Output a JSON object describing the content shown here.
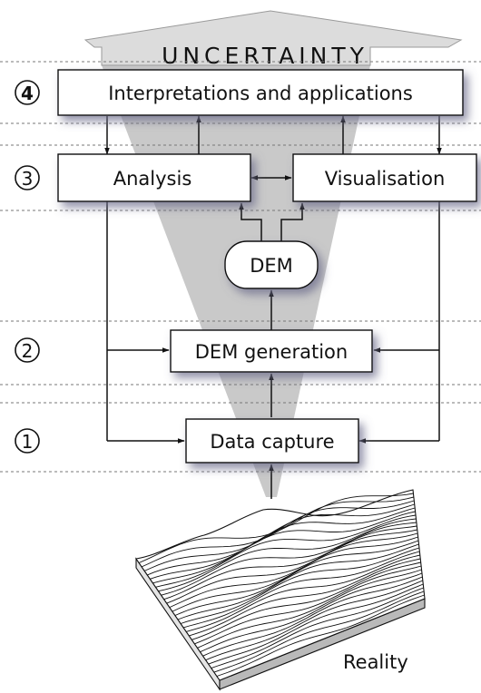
{
  "banner": {
    "text": "UNCERTAINTY"
  },
  "levels": [
    {
      "number": "4",
      "label": "Interpretations and applications"
    },
    {
      "number": "3"
    },
    {
      "number": "2"
    },
    {
      "number": "1"
    }
  ],
  "boxes": {
    "interpretations": "Interpretations and applications",
    "analysis": "Analysis",
    "visualisation": "Visualisation",
    "dem": "DEM",
    "dem_generation": "DEM generation",
    "data_capture": "Data capture"
  },
  "reality": {
    "label": "Reality"
  },
  "colors": {
    "funnel": "#c9c9c9",
    "banner_fill": "#dcdcdc",
    "box_fill": "#ffffff",
    "box_stroke": "#111111",
    "shadow": "#7d7d96",
    "dotted_line": "#777777"
  }
}
